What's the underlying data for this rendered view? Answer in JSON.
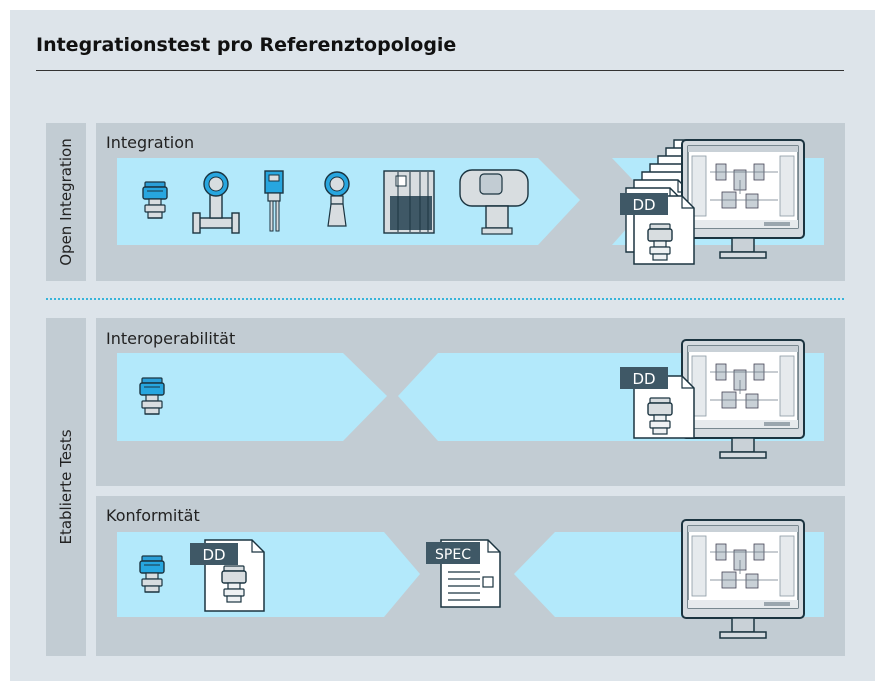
{
  "title": "Integrationstest pro Referenztopologie",
  "groups": {
    "open_integration": "Open Integration",
    "established_tests": "Etablierte Tests"
  },
  "panels": {
    "integration": "Integration",
    "interoperability": "Interoperabilität",
    "conformity": "Konformität"
  },
  "badges": {
    "dd": "DD",
    "spec": "SPEC"
  },
  "colors": {
    "background": "#dde4ea",
    "panel": "#c2ccd3",
    "arrow": "#b3e9fb",
    "accent": "#1e9fd6",
    "badge": "#3f5866",
    "dots": "#37b4da"
  }
}
